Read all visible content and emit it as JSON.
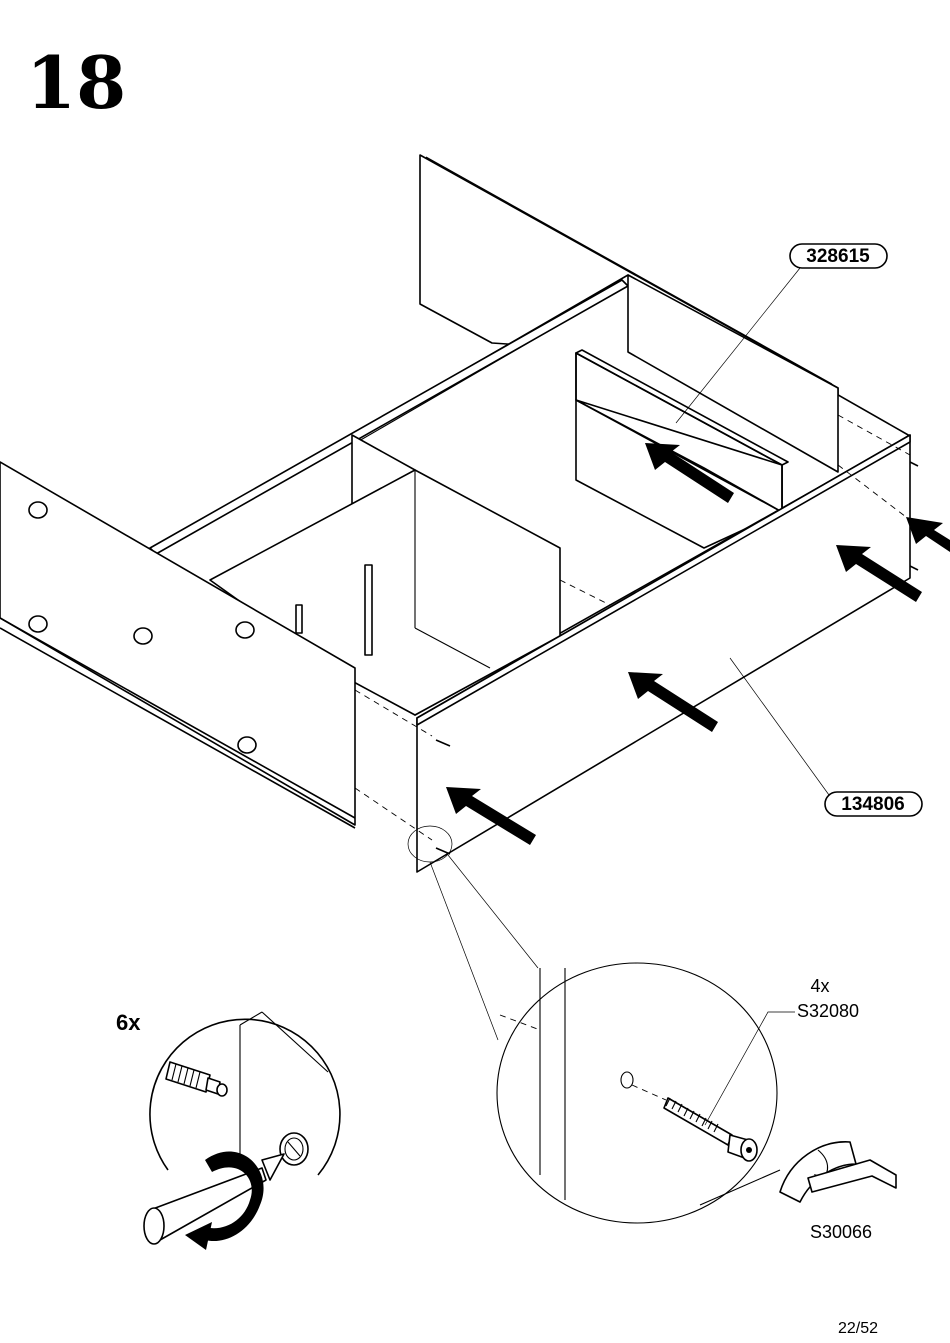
{
  "step_number": "18",
  "parts": {
    "panel_a": "328615",
    "panel_b": "134806"
  },
  "hardware": {
    "screw_qty": "4x",
    "screw_code": "S32080",
    "key_code": "S30066"
  },
  "dowel_detail": {
    "qty": "6x"
  },
  "page_number": "22/52"
}
